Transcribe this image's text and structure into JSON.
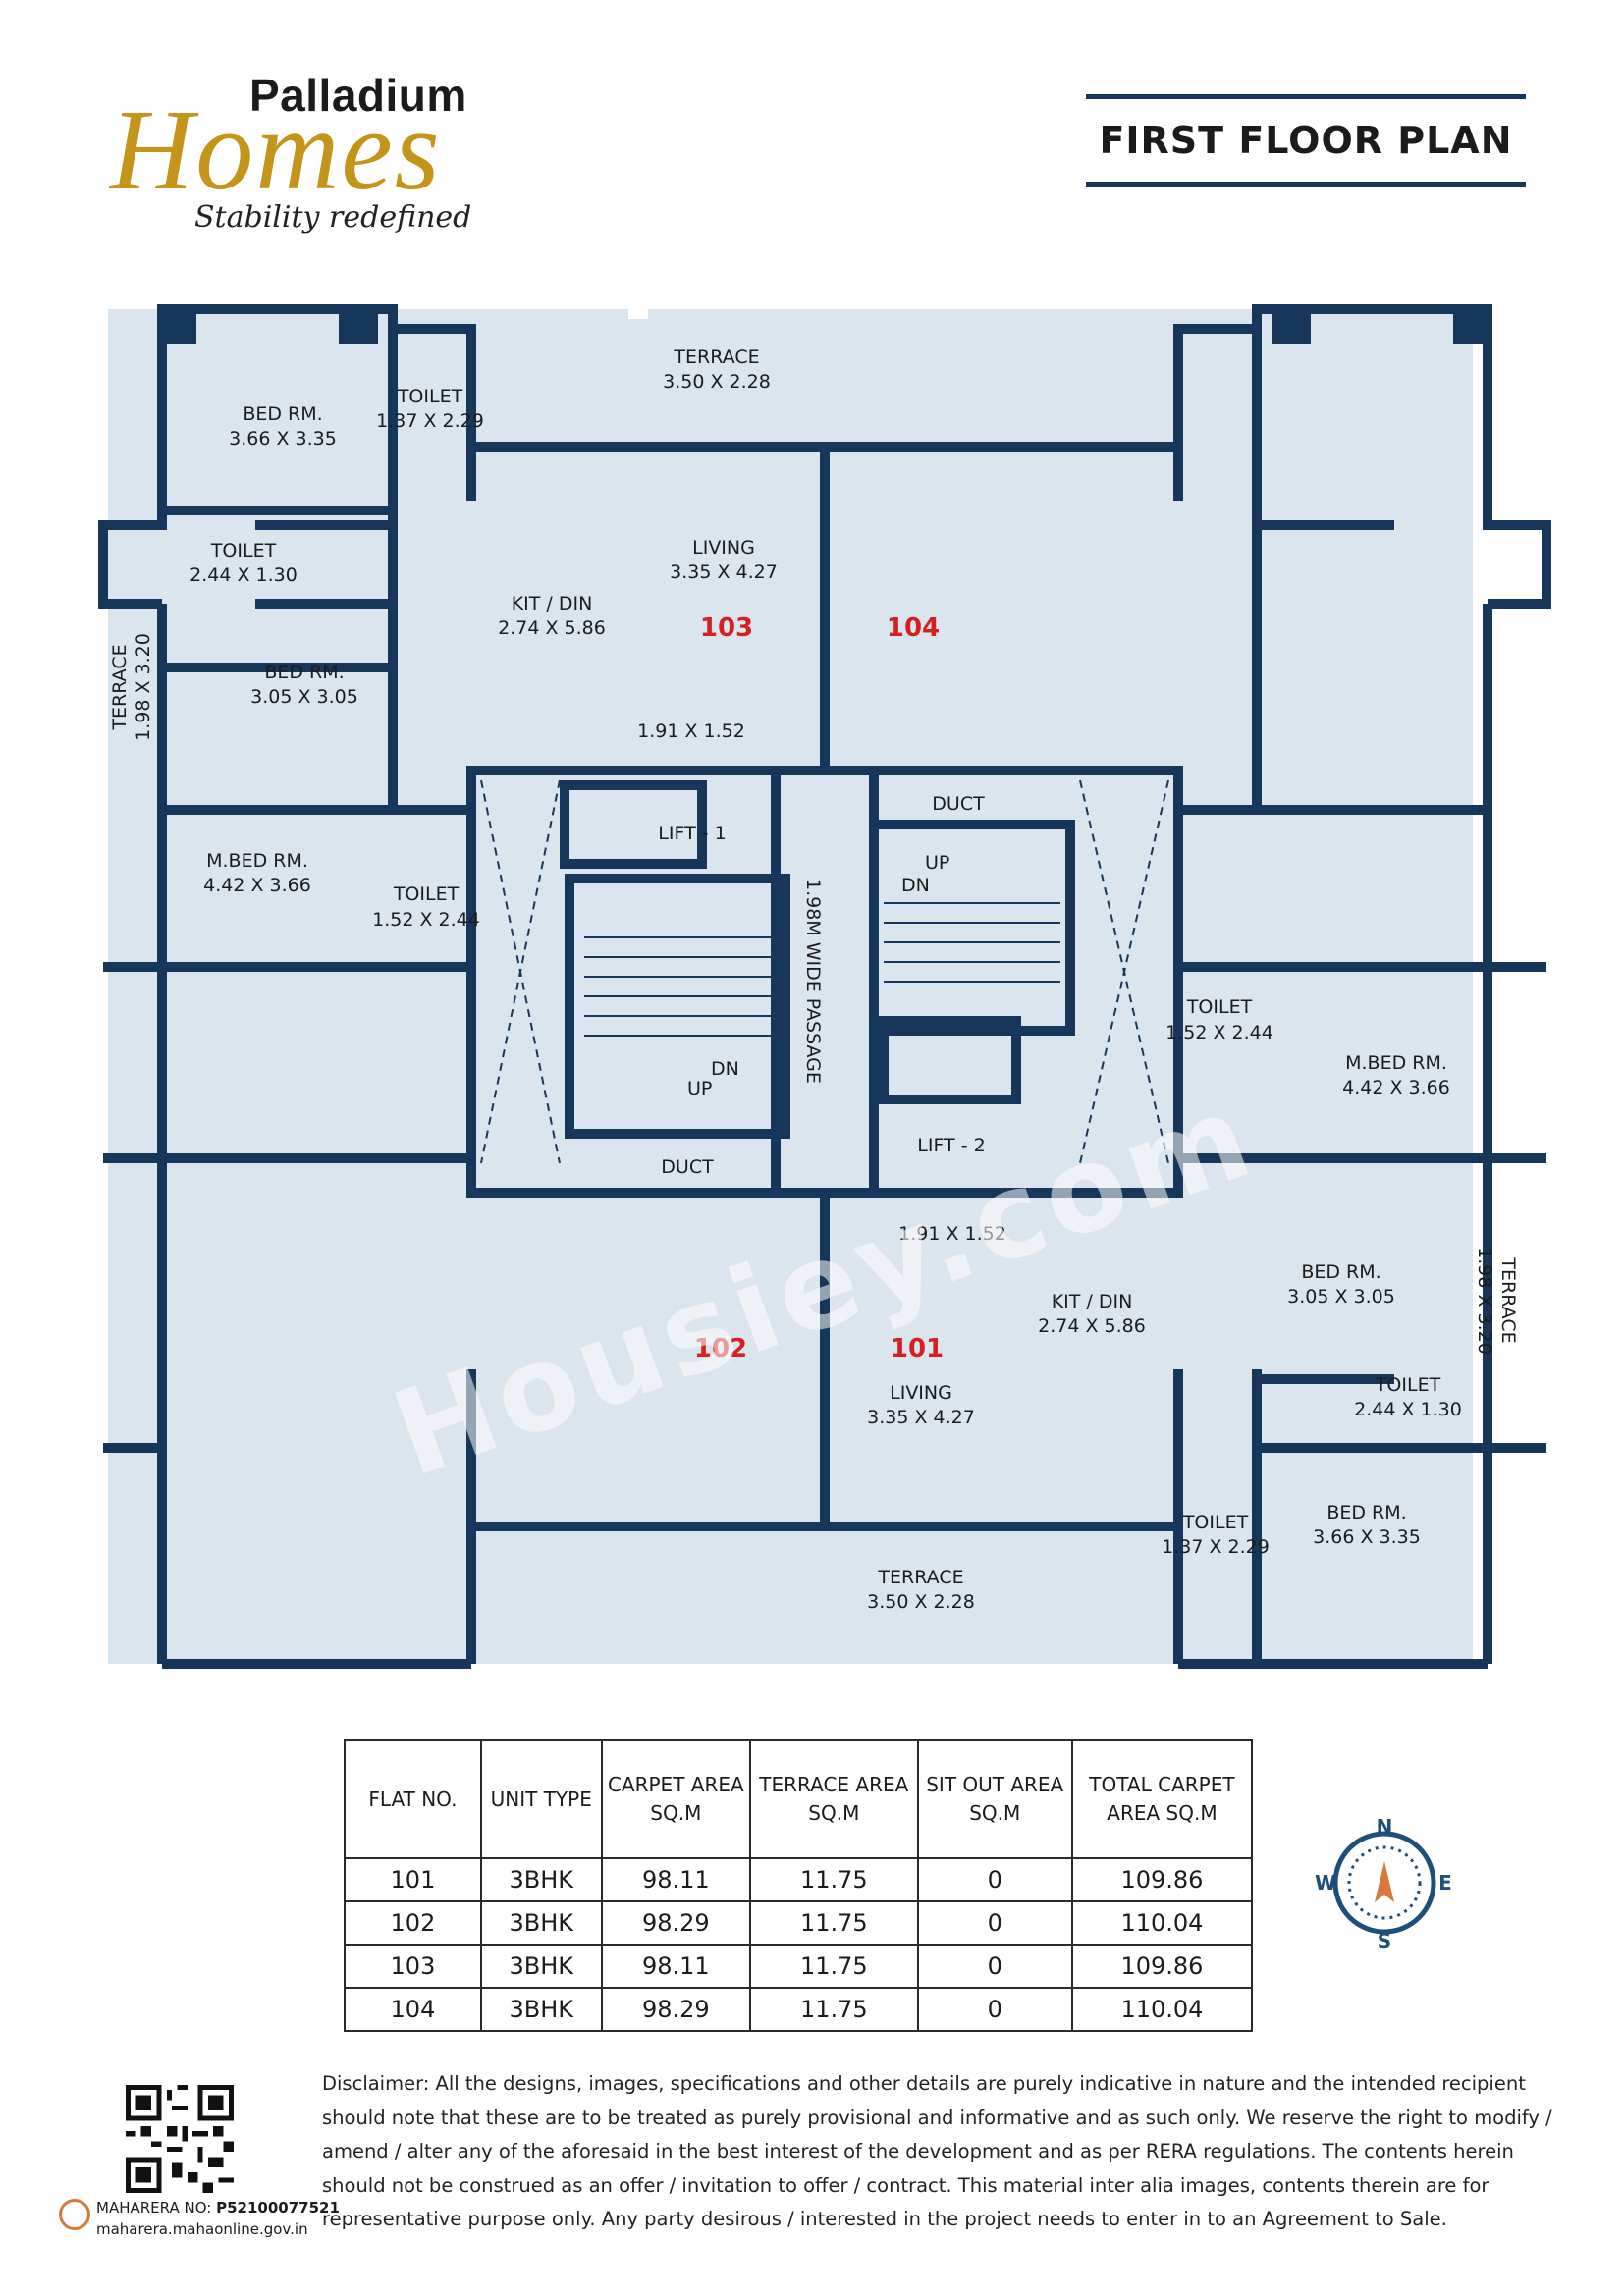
{
  "brand": {
    "name_top": "Palladium",
    "name_main": "Homes",
    "tagline": "Stability redefined",
    "gold_color": "#c4951a"
  },
  "header": {
    "title": "FIRST FLOOR PLAN"
  },
  "colors": {
    "wall": "#16375a",
    "room_fill": "#dbe5ee",
    "flat_number": "#d42020"
  },
  "plan": {
    "rooms": [
      {
        "name": "TERRACE",
        "size": "3.50 X 2.28"
      },
      {
        "name": "BED RM.",
        "size": "3.66 X 3.35"
      },
      {
        "name": "TOILET",
        "size": "1.37 X 2.29"
      },
      {
        "name": "TOILET",
        "size": "2.44 X 1.30"
      },
      {
        "name": "LIVING",
        "size": "3.35 X 4.27"
      },
      {
        "name": "KIT / DIN",
        "size": "2.74 X 5.86"
      },
      {
        "name": "TERRACE",
        "size": "1.98 X 3.20"
      },
      {
        "name": "BED RM.",
        "size": "3.05 X 3.05"
      },
      {
        "name": "",
        "size": "1.91 X 1.52"
      },
      {
        "name": "M.BED RM.",
        "size": "4.42 X 3.66"
      },
      {
        "name": "TOILET",
        "size": "1.52 X 2.44"
      },
      {
        "name": "TOILET",
        "size": "1.52 X 2.44"
      },
      {
        "name": "M.BED RM.",
        "size": "4.42 X 3.66"
      },
      {
        "name": "",
        "size": "1.91 X 1.52"
      },
      {
        "name": "KIT / DIN",
        "size": "2.74 X 5.86"
      },
      {
        "name": "BED RM.",
        "size": "3.05 X 3.05"
      },
      {
        "name": "TERRACE",
        "size": "1.98 X 3.20"
      },
      {
        "name": "LIVING",
        "size": "3.35 X 4.27"
      },
      {
        "name": "TOILET",
        "size": "2.44 X 1.30"
      },
      {
        "name": "BED RM.",
        "size": "3.66 X 3.35"
      },
      {
        "name": "TOILET",
        "size": "1.37 X 2.29"
      },
      {
        "name": "TERRACE",
        "size": "3.50 X 2.28"
      }
    ],
    "flats": [
      "103",
      "104",
      "102",
      "101"
    ],
    "core": {
      "lift1": "LIFT - 1",
      "lift2": "LIFT - 2",
      "duct": "DUCT",
      "passage": "1.98M  WIDE PASSAGE",
      "up": "UP",
      "dn": "DN"
    }
  },
  "area_table": {
    "headers": [
      "FLAT NO.",
      "UNIT TYPE",
      "CARPET AREA SQ.M",
      "TERRACE AREA SQ.M",
      "SIT OUT AREA SQ.M",
      "TOTAL CARPET AREA SQ.M"
    ],
    "rows": [
      [
        "101",
        "3BHK",
        "98.11",
        "11.75",
        "0",
        "109.86"
      ],
      [
        "102",
        "3BHK",
        "98.29",
        "11.75",
        "0",
        "110.04"
      ],
      [
        "103",
        "3BHK",
        "98.11",
        "11.75",
        "0",
        "109.86"
      ],
      [
        "104",
        "3BHK",
        "98.29",
        "11.75",
        "0",
        "110.04"
      ]
    ]
  },
  "compass": {
    "n": "N",
    "s": "S",
    "e": "E",
    "w": "W",
    "icon": "compass-icon"
  },
  "footer": {
    "maharera_label": "MAHARERA NO: ",
    "maharera_no": "P52100077521",
    "maharera_site": "maharera.mahaonline.gov.in",
    "disclaimer": "Disclaimer: All the designs, images, specifications and other details are purely indicative in nature and the intended recipient should note that these are to be treated as purely provisional and informative and as such only. We reserve the right to modify / amend / alter any of the aforesaid in the best interest of the development and as per RERA regulations. The contents herein should not be construed as an offer / invitation to offer / contract. This material inter alia images, contents therein are for representative purpose only. Any party desirous / interested in the project needs to enter in to an Agreement to Sale."
  },
  "watermark": "Housiey.com"
}
